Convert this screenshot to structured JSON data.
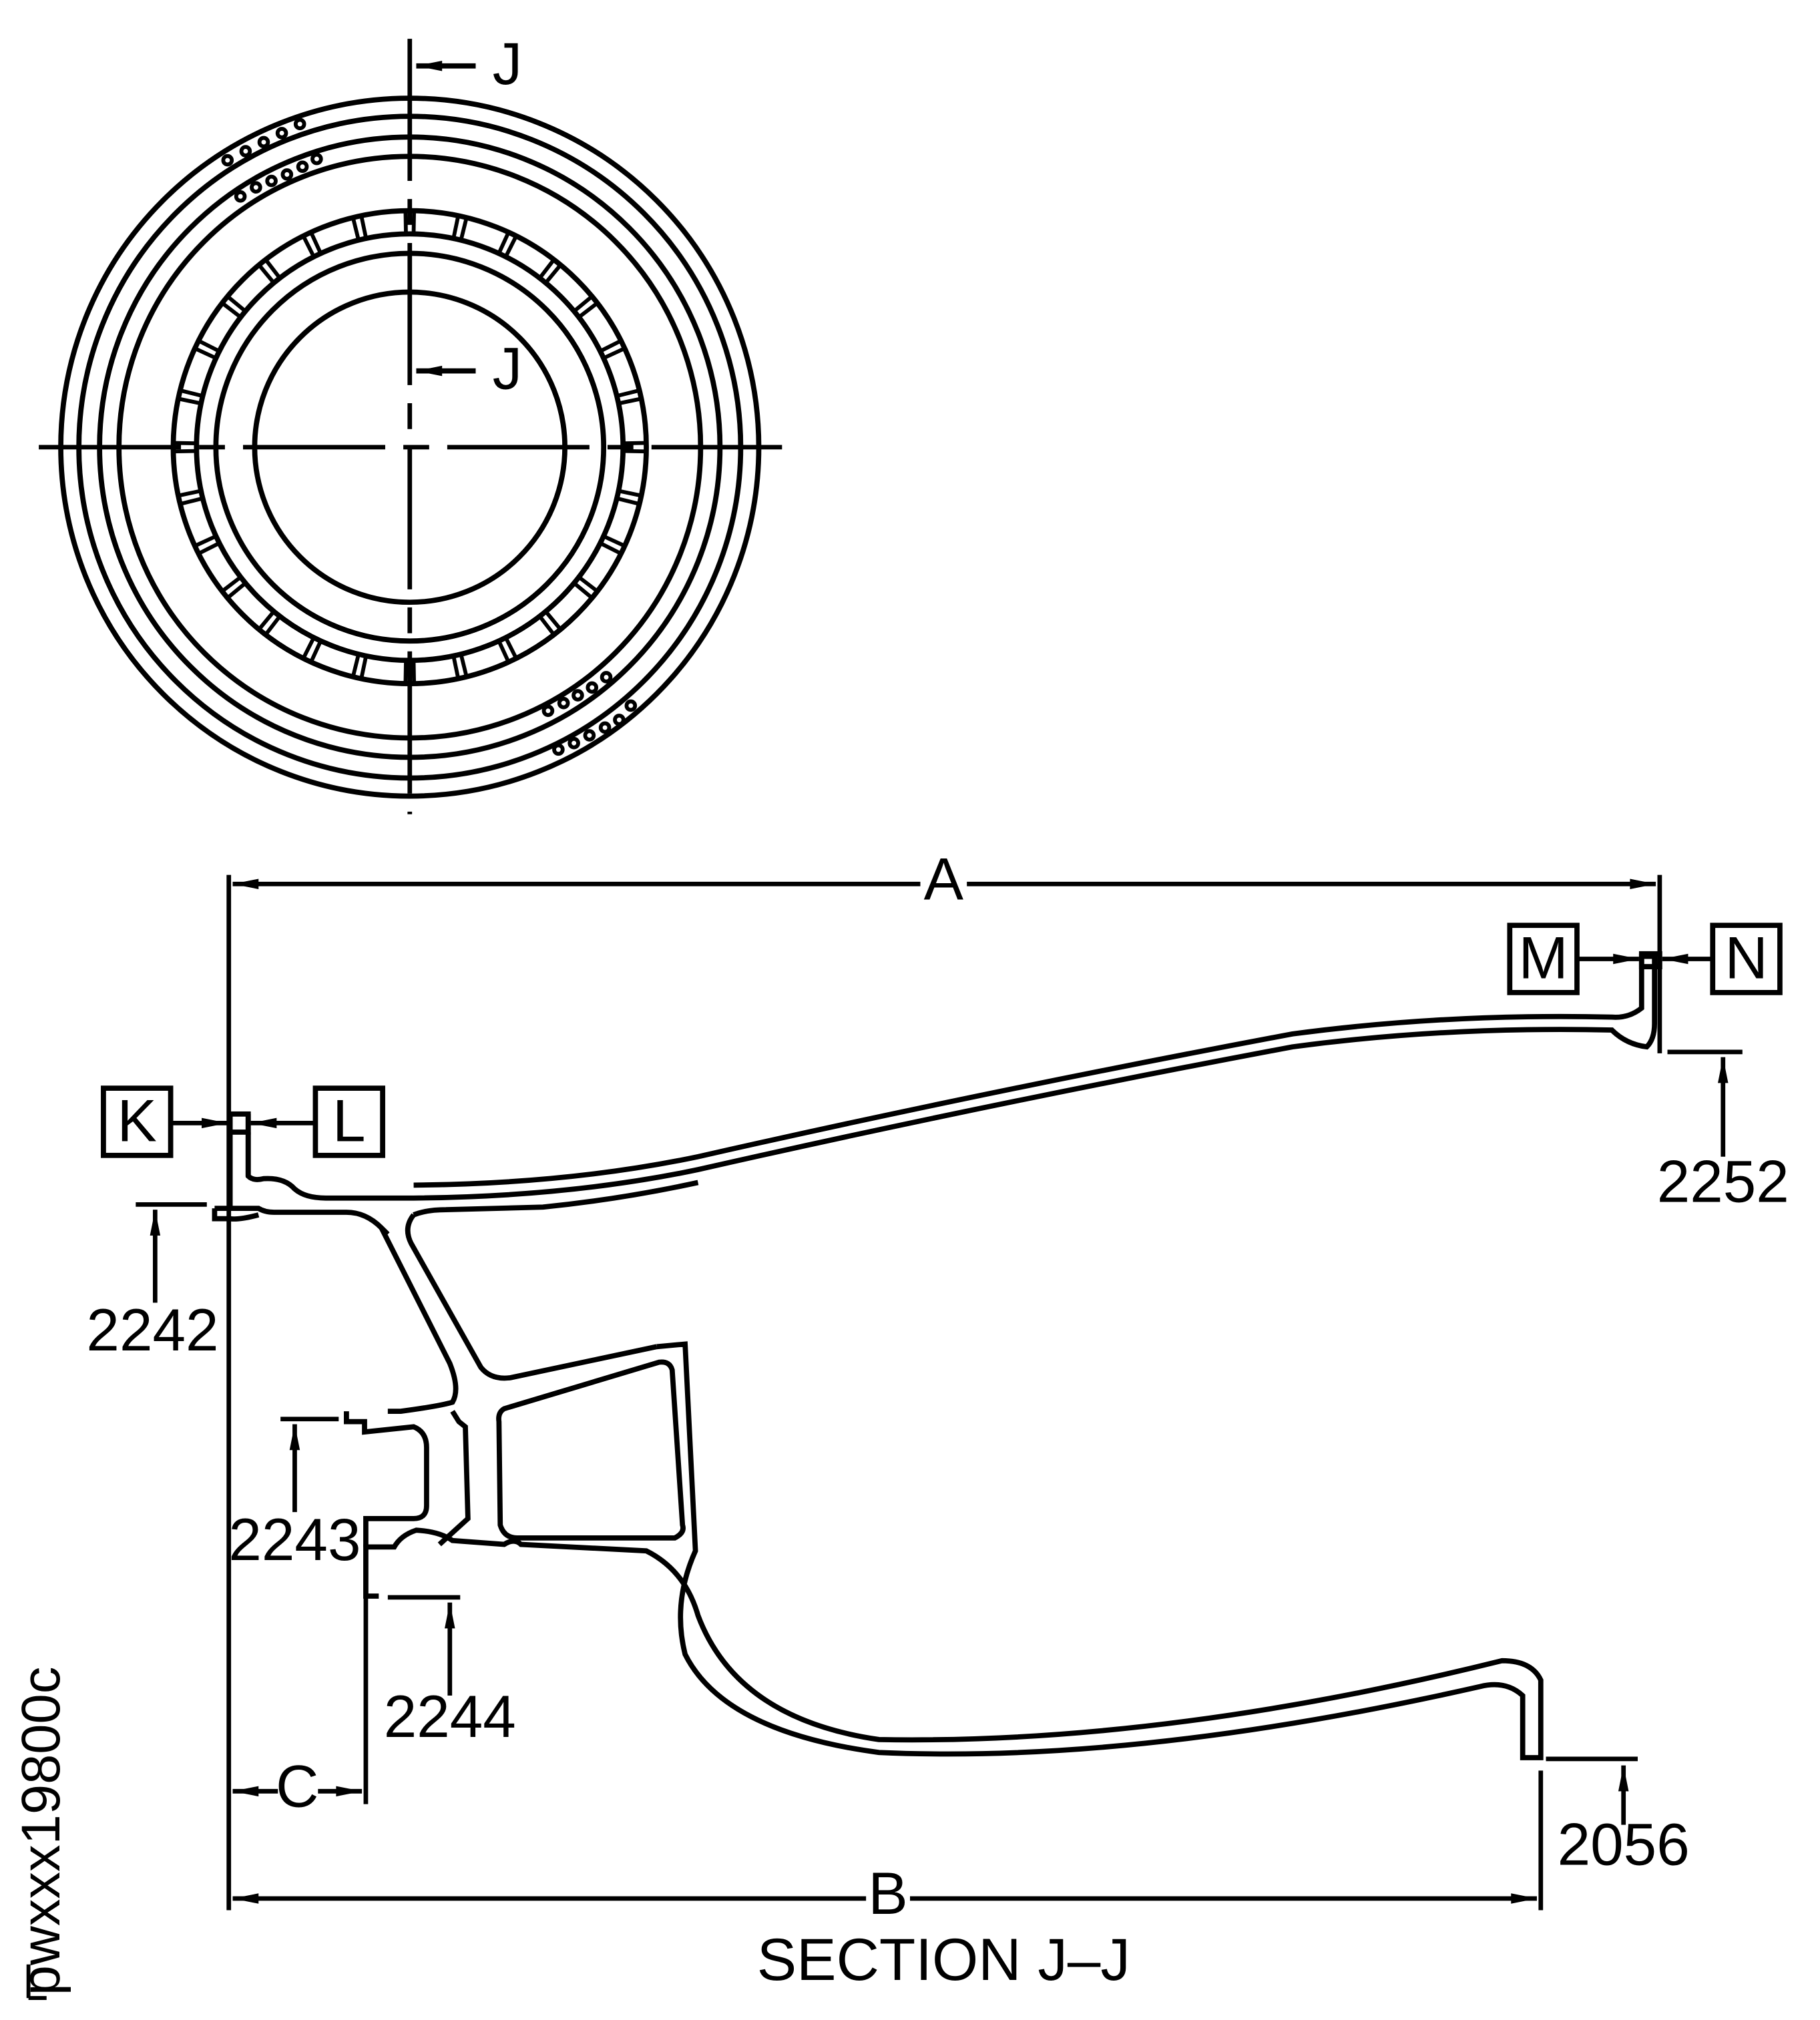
{
  "section_marks": {
    "top": "J",
    "middle": "J"
  },
  "callouts": {
    "k": "K",
    "l": "L",
    "m": "M",
    "n": "N"
  },
  "dimensions": {
    "a": "A",
    "b": "B",
    "c": "C"
  },
  "references": {
    "r2242": "2242",
    "r2243": "2243",
    "r2244": "2244",
    "r2252": "2252",
    "r2056": "2056"
  },
  "caption": "SECTION J–J",
  "figure_id": "pwxxx19800c"
}
